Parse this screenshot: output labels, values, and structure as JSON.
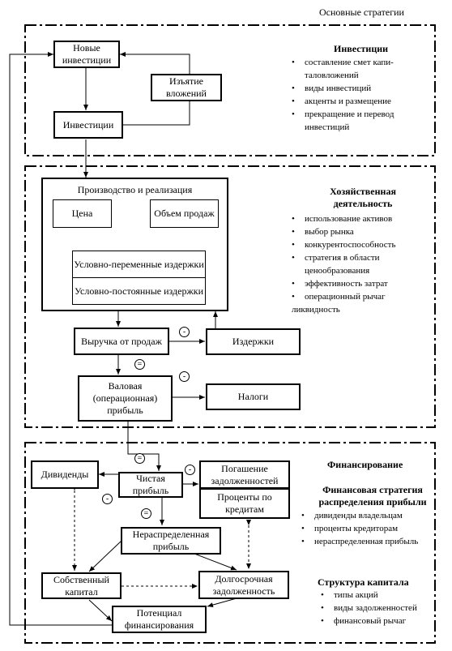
{
  "header": "Основные стратегии",
  "investments_section": {
    "title": "Инвестиции",
    "items": [
      "составление смет капи-таловложений",
      "виды инвестиций",
      "акценты и размещение",
      "прекращение и перевод инвестиций"
    ],
    "boxes": {
      "new_investments": "Новые инвестиции",
      "withdrawal": "Изъятие вложений",
      "investments": "Инвестиции"
    }
  },
  "economic_section": {
    "title": "Хозяйственная деятельность",
    "items": [
      "использование активов",
      "выбор рынка",
      "конкурентоспособность",
      "стратегия в области ценообразования",
      "эффективность затрат",
      "операционный рычаг"
    ],
    "extra_item": "ликвидность",
    "boxes": {
      "production": "Производство и реализация",
      "price": "Цена",
      "sales_volume": "Объем продаж",
      "variable_costs": "Условно-переменные издержки",
      "fixed_costs": "Условно-постоянные издержки",
      "revenue": "Выручка от продаж",
      "costs": "Издержки",
      "gross_profit": "Валовая (операционная) прибыль",
      "taxes": "Налоги"
    }
  },
  "financing_section": {
    "title": "Финансирование",
    "subtitle": "Финансовая стратегия распределения прибыли",
    "items": [
      "дивиденды владельцам",
      "проценты кредиторам",
      "нераспределенная прибыль"
    ],
    "structure_title": "Структура капитала",
    "structure_items": [
      "типы акций",
      "виды задолженностей",
      "финансовый рычаг"
    ],
    "boxes": {
      "dividends": "Дивиденды",
      "net_profit": "Чистая прибыль",
      "debt_repayment": "Погашение задолженностей",
      "loan_interest": "Проценты по кредитам",
      "retained_earnings": "Нераспределенная прибыль",
      "equity": "Собственный капитал",
      "long_term_debt": "Долгосрочная задолженность",
      "financing_potential": "Потенциал финансирования"
    }
  },
  "signs": {
    "minus": "-",
    "equals": "="
  }
}
